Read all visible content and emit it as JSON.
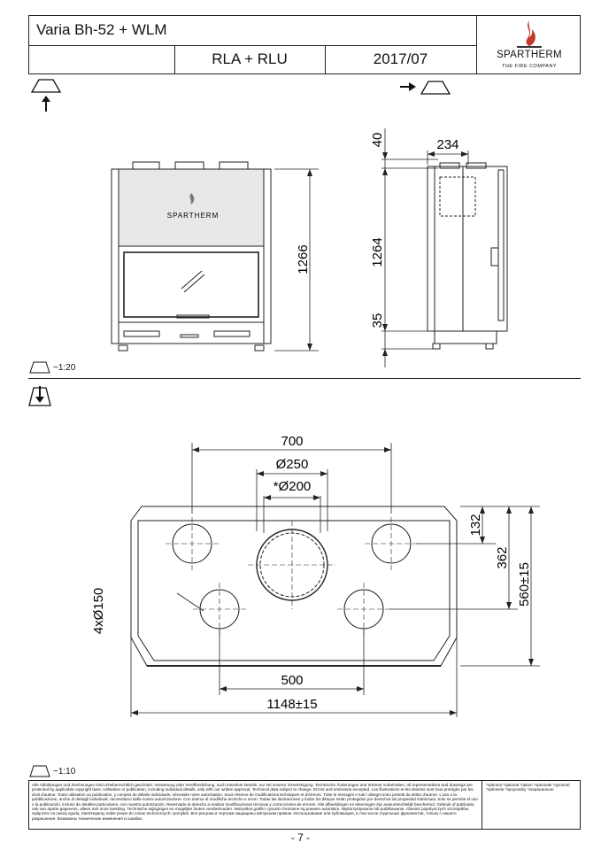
{
  "header": {
    "title": "Varia Bh-52 + WLM",
    "model": "RLA + RLU",
    "date": "2017/07",
    "brand": "SPARTHERM",
    "tagline": "THE FIRE COMPANY",
    "flame_color": "#c0392b"
  },
  "front_view": {
    "brand_plate": "SPARTHERM",
    "height_label": "1266"
  },
  "side_view": {
    "top_label": "40",
    "depth_label": "234",
    "height_label": "1264",
    "foot_label": "35"
  },
  "scale_top": "~1:20",
  "scale_bottom": "~1:10",
  "plan_view": {
    "width_700": "700",
    "dia_250": "Ø250",
    "dia_200": "*Ø200",
    "h_132": "132",
    "h_362": "362",
    "h_560": "560±15",
    "holes": "4xØ150",
    "w_500": "500",
    "w_1148": "1148±15"
  },
  "disclaimer": {
    "text": "Alle Abbildungen und Zeichnungen sind urheberrechtlich geschützt. Verwertung oder Veröffentlichung, auch einzelner Details, nur mit unserer Genehmigung. Technische Änderungen und Irrtümer vorbehalten. All representations and drawings are protected by applicable copyright laws. Utilisation or publication, including individual details, only with our written approval. Technical data subject to change. Errors and omissions excepted. Les illustrations et les dessins sont tous protégés par les droit d'auteur. Toute utilisation ou publication, y compris de détails individuels, nécessite notre autorisation. Sous réserve de modifications techniques et d'erreurs. Tutte le immagini e tutti i disegni sono protetti da diritto d'autore. L'uso o la pubblicazione, anche di dettagli individuali, necessitano della nostra autorizzazione. Con riserva di modifiche tecniche e errori. Todas las ilustraciones y todos los dibujos están protegidos por derechos de propiedad intelectual. Solo se permite el uso o la publicación, incluso de detalles particulares, con nuestra autorización. Reservado el derecho a realizar modificaciones técnicas y correcciones de errores. Alle afbeeldingen en tekeningen zijn auteursrechtelijk beschermd. Gebruik of publicatie, ook van aparte gegevens, alleen met onze toestiing. Technische wijzigingen en mogelijke fouten voorbehouden. Wszystkie grafiki i rysunki chronione są prawem autorskim. Wykorzystywanie lub publikowanie, również pojedynczych szczegółów, wyłącznie za naszą zgodą. Zastrzegamy sobie prawo do zmian technicznych i pomyłek. Все рисунки и чертежи защищены авторским правом. Использование или публикация, в том числе отдельных фрагментов, только с нашего разрешения. Возможны технические изменения и ошибки.",
    "options": "*optional *optional *option *optionale *opcional *optionele *opcjonalny *опционально"
  },
  "page_number": "- 7 -"
}
